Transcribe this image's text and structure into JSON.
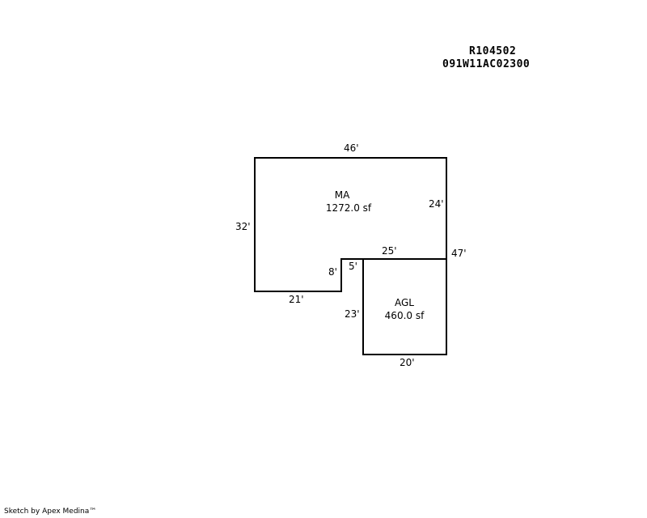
{
  "header": {
    "parcel_id": "R104502",
    "map_number": "091W11AC02300"
  },
  "areas": [
    {
      "code": "MA",
      "size": "1272.0 sf"
    },
    {
      "code": "AGL",
      "size": "460.0 sf"
    }
  ],
  "dimensions": {
    "ma_top": "46'",
    "ma_left": "32'",
    "ma_right": "24'",
    "ma_bottom": "21'",
    "ma_notch_vertical": "8'",
    "notch_step": "5'",
    "agl_top": "25'",
    "overall_right": "47'",
    "agl_left": "23'",
    "agl_bottom": "20'"
  },
  "footer": {
    "credit": "Sketch by Apex Medina™"
  }
}
